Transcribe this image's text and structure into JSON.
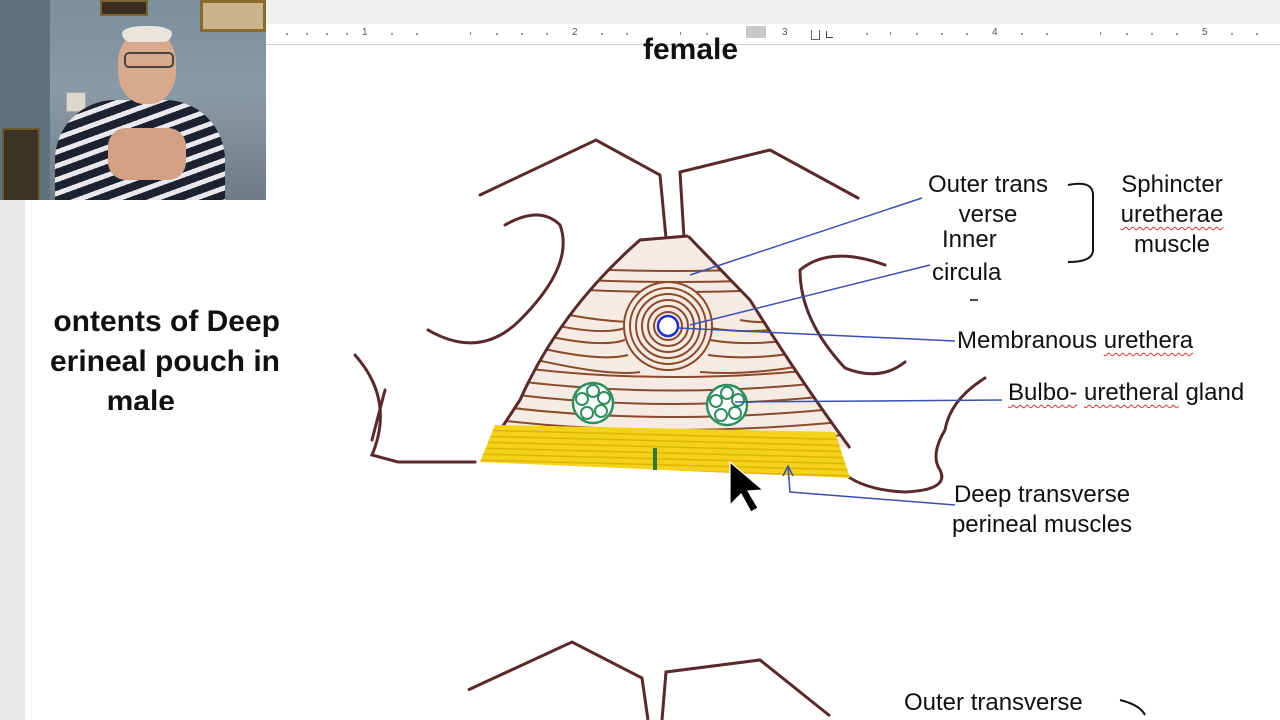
{
  "ruler": {
    "numbers": [
      "1",
      "2",
      "3",
      "4",
      "5"
    ]
  },
  "slide": {
    "heading_partial": "female",
    "side_title_lines": [
      "ontents of Deep",
      "erineal pouch in",
      "male"
    ]
  },
  "labels": {
    "outer_transverse": [
      "Outer trans",
      "verse"
    ],
    "inner_circular": [
      "Inner",
      "circula"
    ],
    "sphincter": [
      "Sphincter",
      "uretherae",
      "muscle"
    ],
    "membranous_urethra": [
      "Membranous",
      "urethera"
    ],
    "bulbo_urethral_gland": [
      "Bulbo-",
      "uretheral",
      "gland"
    ],
    "deep_transverse": [
      "Deep transverse",
      "perineal muscles"
    ],
    "bottom_outer_transverse": "Outer transverse"
  },
  "colors": {
    "muscle_brown": "#8b4a2b",
    "outline": "#5a2a2a",
    "yellow_muscle": "#f3d21a",
    "pointer_blue": "#3a4fb0",
    "gland_green": "#2f8f5f"
  },
  "icons": [
    "mouse-cursor-icon"
  ]
}
